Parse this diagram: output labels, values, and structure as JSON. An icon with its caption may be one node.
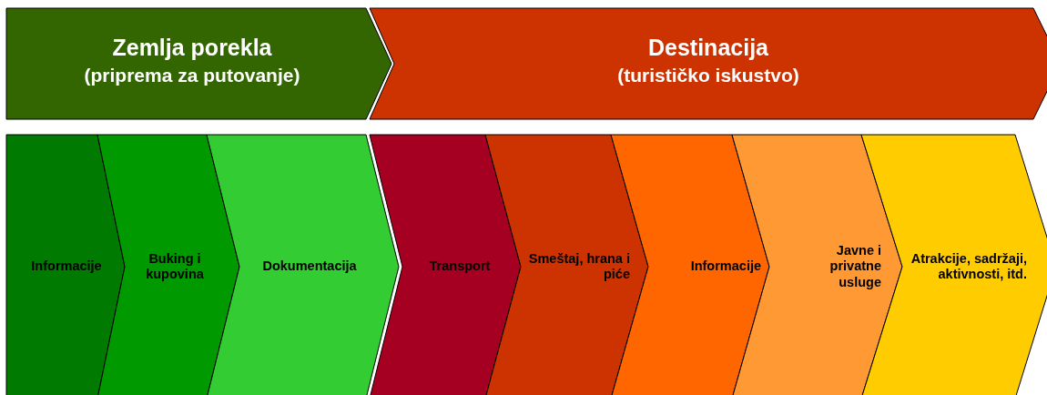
{
  "diagram": {
    "nodes": [
      {
        "text": [
          "Zemlja porekla",
          "(priprema za putovanje)"
        ]
      },
      {
        "text": [
          "Destinacija",
          "(turističko iskustvo)"
        ]
      },
      {
        "text": [
          "Informacije"
        ]
      },
      {
        "text": [
          "Buking i kupovina"
        ]
      },
      {
        "text": [
          "Dokumentacija"
        ]
      },
      {
        "text": [
          "Transport"
        ]
      },
      {
        "text": [
          "Smeštaj, hrana i piće"
        ]
      },
      {
        "text": [
          "Informacije"
        ]
      },
      {
        "text": [
          "Javne i privatne usluge"
        ]
      },
      {
        "text": [
          "Atrakcije, sadržaji, aktivnosti, itd."
        ]
      }
    ]
  }
}
